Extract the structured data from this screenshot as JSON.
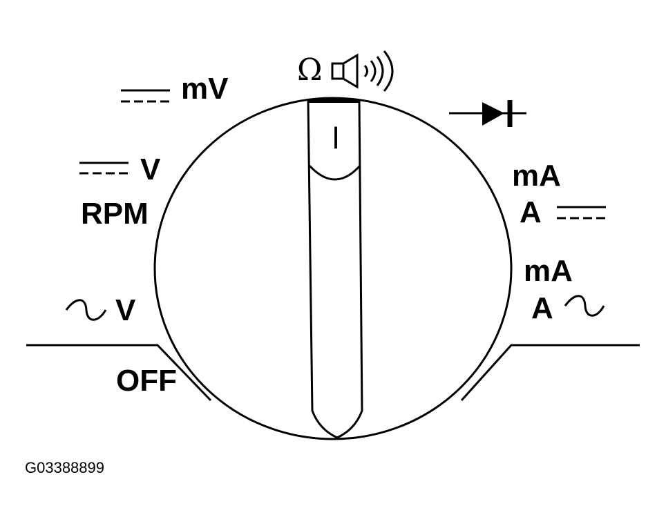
{
  "figure_id": "G03388899",
  "switch": {
    "pointer_mark": "l",
    "pointer_position": "ohms / continuity"
  },
  "positions": {
    "dc_mv": "mV",
    "dc_v": "V",
    "rpm": "RPM",
    "ac_v": "V",
    "off": "OFF",
    "ohms_symbol": "Ω",
    "dc_ma": "mA",
    "dc_a": "A",
    "ac_ma": "mA",
    "ac_a": "A"
  },
  "icons": {
    "dc": "dc-symbol-icon",
    "ac": "ac-sine-icon",
    "continuity": "speaker-beeper-icon",
    "diode": "diode-icon"
  },
  "colors": {
    "ink": "#000000",
    "background": "#ffffff"
  }
}
